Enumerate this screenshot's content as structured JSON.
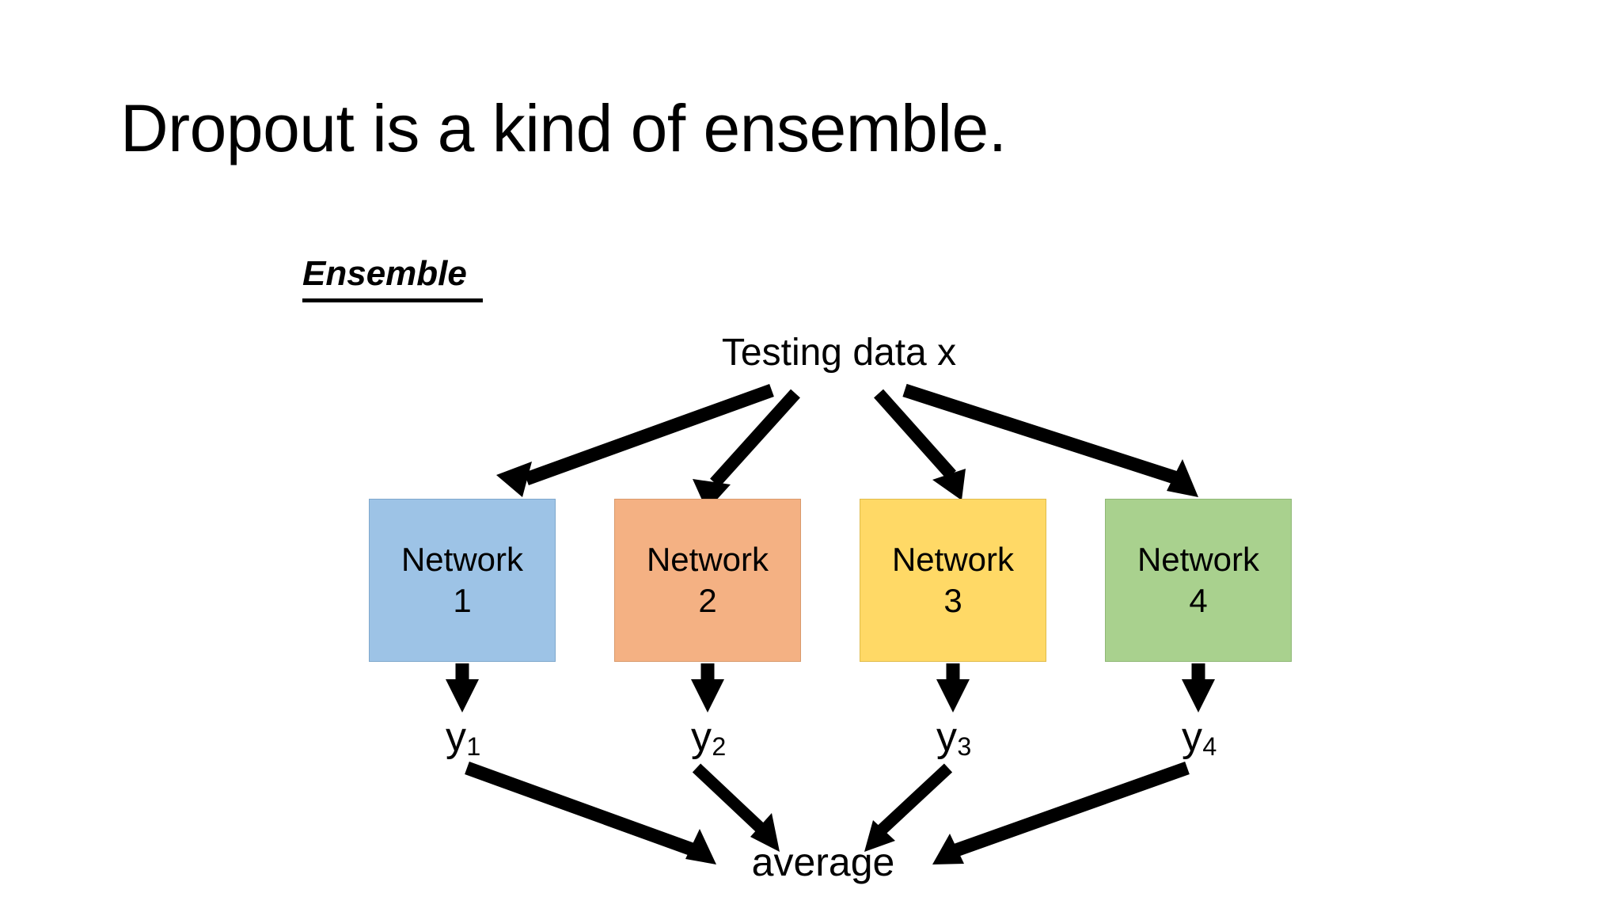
{
  "slide": {
    "title": "Dropout is a kind of ensemble.",
    "background_color": "#FFFFFF",
    "section_heading": "Ensemble"
  },
  "diagram": {
    "source_label": "Testing data x",
    "aggregate_label": "average",
    "networks": [
      {
        "name": "Network",
        "index": "1",
        "fill_color": "#9DC3E6",
        "border_color": "#7FA8CC",
        "output_label": "y",
        "output_subscript": "1"
      },
      {
        "name": "Network",
        "index": "2",
        "fill_color": "#F4B183",
        "border_color": "#D99A6C",
        "output_label": "y",
        "output_subscript": "2"
      },
      {
        "name": "Network",
        "index": "3",
        "fill_color": "#FFD966",
        "border_color": "#E0BC4C",
        "output_label": "y",
        "output_subscript": "3"
      },
      {
        "name": "Network",
        "index": "4",
        "fill_color": "#A9D18E",
        "border_color": "#8FB876",
        "output_label": "y",
        "output_subscript": "4"
      }
    ],
    "arrow_color": "#000000",
    "icons": {
      "fan_out_arrow": "arrow-down-icon",
      "vertical_arrow": "arrow-down-icon",
      "converge_arrow": "arrow-down-icon"
    }
  }
}
